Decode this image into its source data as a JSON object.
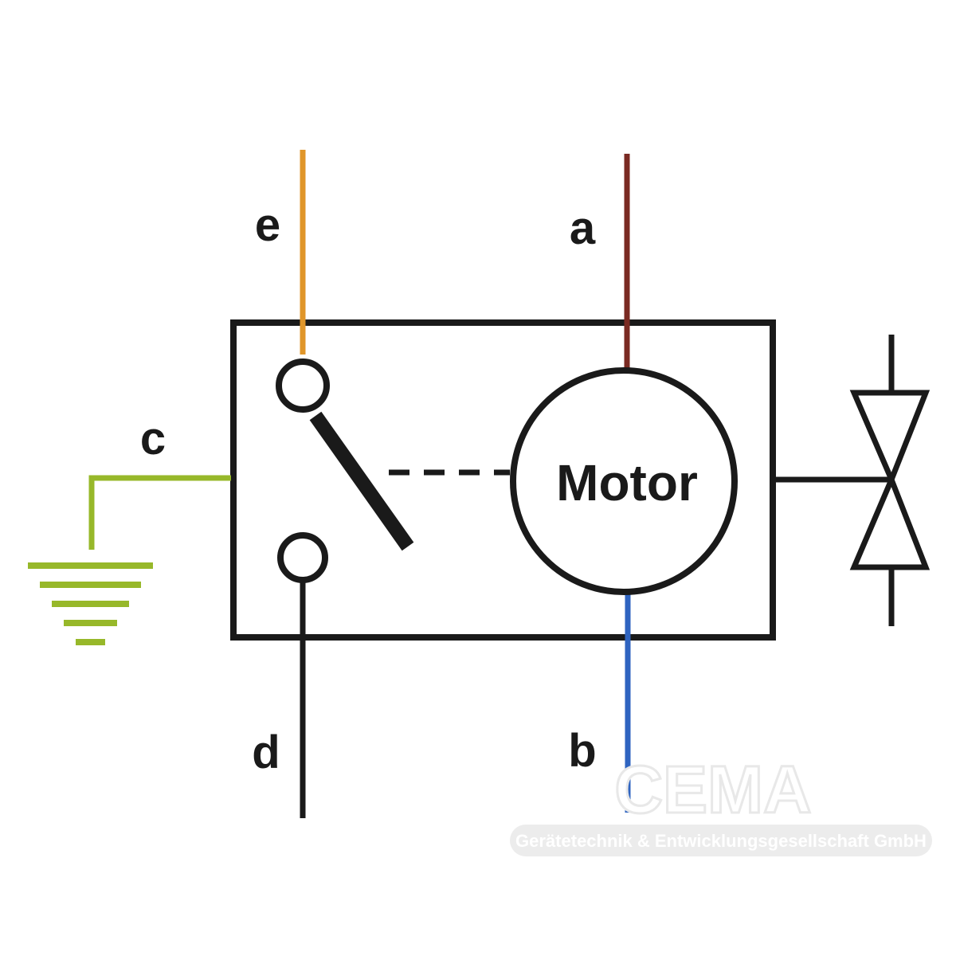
{
  "labels": {
    "e": "e",
    "a": "a",
    "c": "c",
    "d": "d",
    "b": "b"
  },
  "motor_label": "Motor",
  "watermark": {
    "brand": "CEMA",
    "tagline": "Gerätetechnik & Entwicklungsgesellschaft GmbH"
  },
  "colors": {
    "outline": "#1a1a1a",
    "wire_e": "#e0962a",
    "wire_a": "#7a2a22",
    "wire_b": "#2f64c0",
    "wire_c": "#97b82a",
    "wire_d": "#1a1a1a"
  }
}
